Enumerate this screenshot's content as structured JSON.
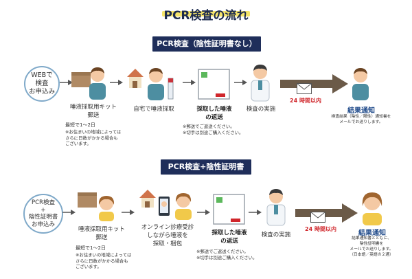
{
  "title": "PCR検査の流れ",
  "flow1": {
    "banner": "PCR検査（陰性証明書なし）",
    "start": [
      "WEBで",
      "検査",
      "お申込み"
    ],
    "step1_label": "唾液採取用キット\n郵送",
    "step1_note_title": "最短で1〜2日",
    "step1_note": "※お住まいの地域によっては\nさらに日数がかかる場合も\nございます。",
    "step2_label": "自宅で唾液採取",
    "step3_label": "採取した唾液\nの返送",
    "step3_note": "※郵送でご返送ください。\n※切手は別途ご購入ください。",
    "step4_label": "検査の実施",
    "time": "24 時間以内",
    "result_title": "結果通知",
    "result_note": "検査結果（陰性／陽性）通知書を\nメールでお送りします。"
  },
  "flow2": {
    "banner": "PCR検査+陰性証明書",
    "start": [
      "PCR検査",
      "+",
      "陰性証明書",
      "お申込み"
    ],
    "step1_label": "唾液採取用キット\n郵送",
    "step1_note_title": "最短で1〜2日",
    "step1_note": "※お住まいの地域によっては\nさらに日数がかかる場合も\nございます。",
    "step2_label": "オンライン診療受診\nしながら唾液を\n採取・梱包",
    "step3_label": "採取した唾液\nの返送",
    "step3_note": "※郵送でご返送ください。\n※切手は別途ご購入ください。",
    "step4_label": "検査の実施",
    "time": "24 時間以内",
    "result_title": "結果通知",
    "result_note": "結果通知書とともに、\n陰性証明書を\nメールでお送りします。\n（日本語／英語の２通）"
  },
  "colors": {
    "navy": "#1f2e5a",
    "accent_red": "#d0262b",
    "circle_border": "#7fa9c9",
    "arrow": "#6b5a48",
    "highlight": "#f5e46a"
  }
}
